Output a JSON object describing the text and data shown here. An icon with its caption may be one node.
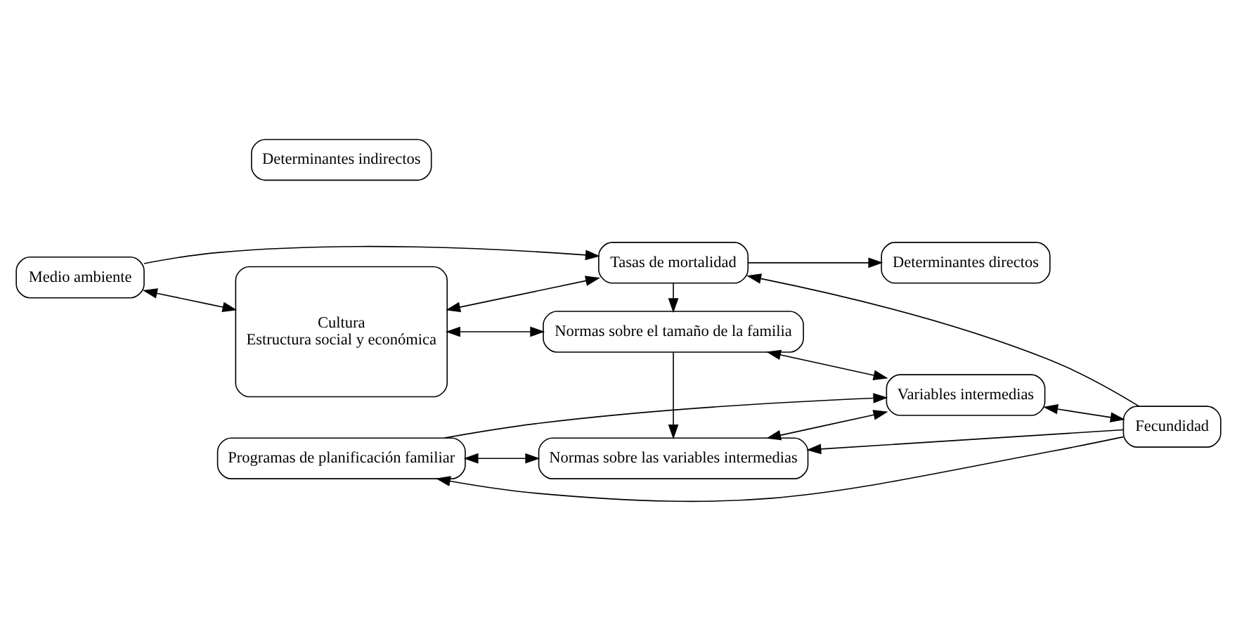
{
  "diagram": {
    "nodes": [
      {
        "text": [
          "Medio ambiente"
        ]
      },
      {
        "text": [
          "Cultura",
          "Estructura social y económica"
        ]
      },
      {
        "text": [
          "Programas de planificación familiar"
        ]
      },
      {
        "text": [
          "Determinantes indirectos"
        ]
      },
      {
        "text": [
          "Tasas de mortalidad"
        ]
      },
      {
        "text": [
          "Normas sobre el tamaño de la familia"
        ]
      },
      {
        "text": [
          "Normas sobre las variables intermedias"
        ]
      },
      {
        "text": [
          "Determinantes directos"
        ]
      },
      {
        "text": [
          "Variables intermedias"
        ]
      },
      {
        "text": [
          "Fecundidad"
        ]
      }
    ],
    "edges": [
      {
        "from": 0,
        "to": 4,
        "arrow": "to"
      },
      {
        "from": 0,
        "to": 1,
        "arrow": "both"
      },
      {
        "from": 1,
        "to": 4,
        "arrow": "both"
      },
      {
        "from": 1,
        "to": 5,
        "arrow": "both"
      },
      {
        "from": 2,
        "to": 6,
        "arrow": "both"
      },
      {
        "from": 2,
        "to": 8,
        "arrow": "to"
      },
      {
        "from": 9,
        "to": 2,
        "arrow": "to"
      },
      {
        "from": 4,
        "to": 5,
        "arrow": "to"
      },
      {
        "from": 5,
        "to": 6,
        "arrow": "to"
      },
      {
        "from": 4,
        "to": 7,
        "arrow": "to"
      },
      {
        "from": 9,
        "to": 4,
        "arrow": "to"
      },
      {
        "from": 5,
        "to": 8,
        "arrow": "both"
      },
      {
        "from": 6,
        "to": 8,
        "arrow": "both"
      },
      {
        "from": 8,
        "to": 9,
        "arrow": "both"
      },
      {
        "from": 9,
        "to": 6,
        "arrow": "to"
      }
    ]
  }
}
